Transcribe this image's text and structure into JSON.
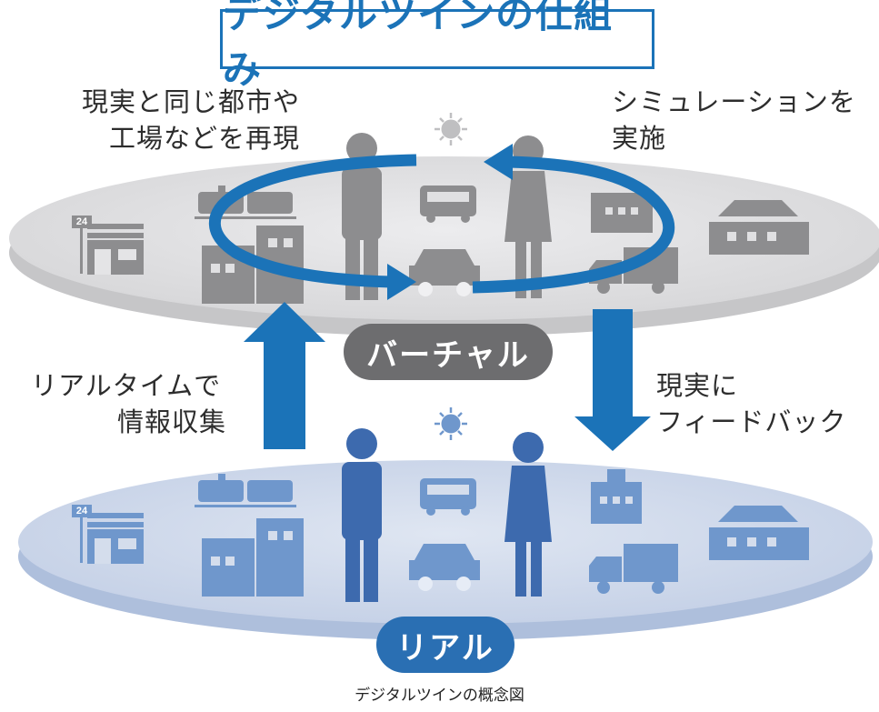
{
  "title": "デジタルツインの仕組み",
  "labels": {
    "virtual_left_1": "現実と同じ都市や",
    "virtual_left_2": "工場などを再現",
    "virtual_right_1": "シミュレーションを",
    "virtual_right_2": "実施",
    "up_1": "リアルタイムで",
    "up_2": "情報収集",
    "down_1": "現実に",
    "down_2": "フィードバック"
  },
  "virtual_label": "バーチャル",
  "real_label": "リアル",
  "store_sign": "24",
  "caption": "デジタルツインの概念図",
  "colors": {
    "accent": "#1b73b8",
    "virtual_disc": "#e1e1e3",
    "virtual_icon": "#8d8d8f",
    "virtual_pill": "#6d6d6f",
    "real_disc": "#ccd6ea",
    "real_icon": "#6f97cc",
    "real_figure": "#3d6aae",
    "real_pill": "#2a6fb3"
  }
}
